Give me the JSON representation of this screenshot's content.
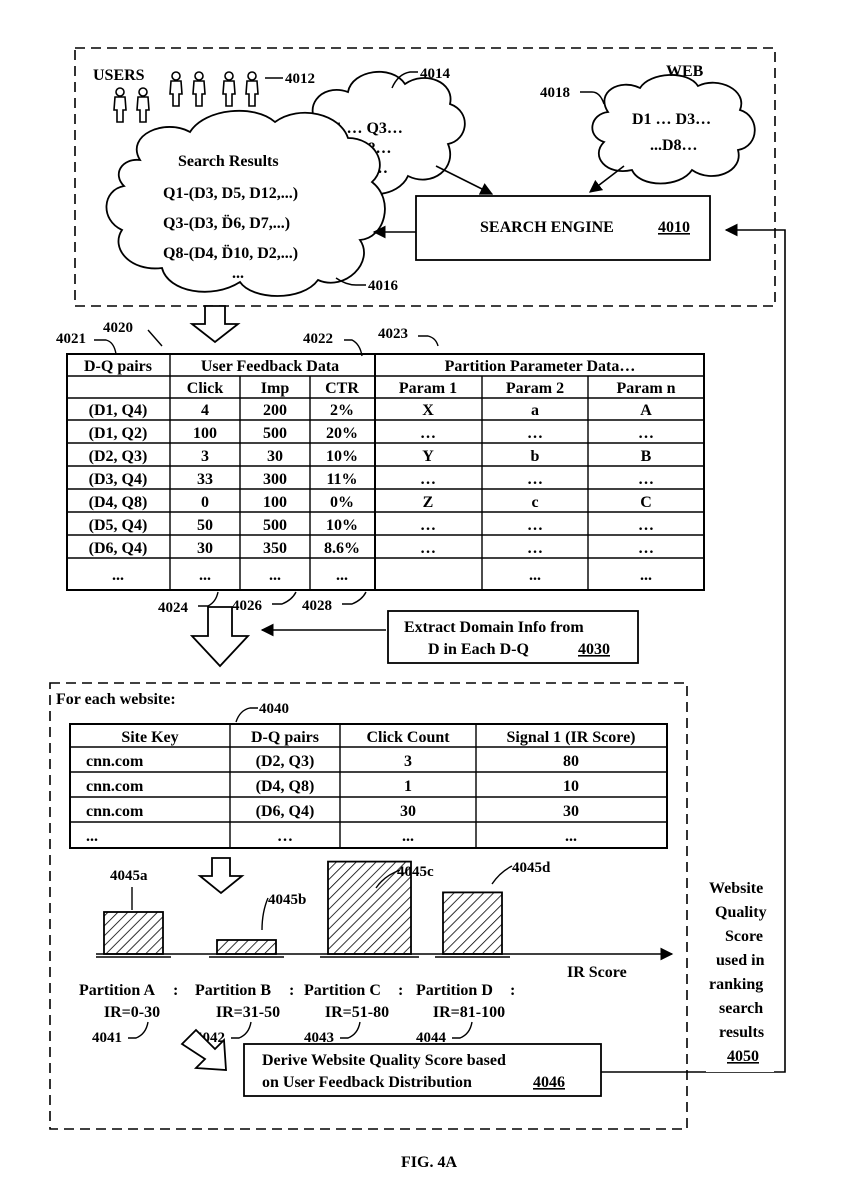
{
  "figure_label": "FIG. 4A",
  "top": {
    "users_label": "USERS",
    "users_ref": "4012",
    "queries_ref": "4014",
    "queries_cloud": [
      "Q1 … Q3…",
      "Q8…",
      "…"
    ],
    "web_label": "WEB",
    "web_ref": "4018",
    "web_cloud": [
      "D1 … D3…",
      "...D8…"
    ],
    "results_cloud": [
      "Search Results",
      "Q1-(D3, D5, D12,...)",
      "Q3-(D3, D̈6, D7,...)",
      "Q8-(D4, D̈10, D2,...)",
      "..."
    ],
    "results_ref": "4016",
    "engine_label": "SEARCH ENGINE",
    "engine_ref": "4010"
  },
  "table1": {
    "refs": {
      "table": "4020",
      "dq": "4021",
      "feedback": "4022",
      "partition": "4023",
      "click": "4024",
      "imp": "4026",
      "ctr": "4028"
    },
    "group_headers": [
      "D-Q pairs",
      "User Feedback Data",
      "Partition Parameter Data…"
    ],
    "sub_headers": [
      "",
      "Click",
      "Imp",
      "CTR",
      "Param 1",
      "Param 2",
      "Param n"
    ],
    "rows": [
      [
        "(D1, Q4)",
        "4",
        "200",
        "2%",
        "X",
        "a",
        "A"
      ],
      [
        "(D1, Q2)",
        "100",
        "500",
        "20%",
        "…",
        "…",
        "…"
      ],
      [
        "(D2, Q3)",
        "3",
        "30",
        "10%",
        "Y",
        "b",
        "B"
      ],
      [
        "(D3, Q4)",
        "33",
        "300",
        "11%",
        "…",
        "…",
        "…"
      ],
      [
        "(D4, Q8)",
        "0",
        "100",
        "0%",
        "Z",
        "c",
        "C"
      ],
      [
        "(D5, Q4)",
        "50",
        "500",
        "10%",
        "…",
        "…",
        "…"
      ],
      [
        "(D6, Q4)",
        "30",
        "350",
        "8.6%",
        "…",
        "…",
        "…"
      ],
      [
        "...",
        "...",
        "...",
        "...",
        "",
        "...",
        "..."
      ]
    ]
  },
  "extract": {
    "lines": [
      "Extract Domain Info from",
      "D in Each D-Q"
    ],
    "ref": "4030"
  },
  "website": {
    "title": "For each website:",
    "table_ref": "4040",
    "headers": [
      "Site Key",
      "D-Q pairs",
      "Click Count",
      "Signal 1 (IR Score)"
    ],
    "rows": [
      [
        "cnn.com",
        "(D2, Q3)",
        "3",
        "80"
      ],
      [
        "cnn.com",
        "(D4, Q8)",
        "1",
        "10"
      ],
      [
        "cnn.com",
        "(D6, Q4)",
        "30",
        "30"
      ],
      [
        "...",
        "…",
        "...",
        "..."
      ]
    ]
  },
  "chart_data": {
    "type": "bar",
    "categories": [
      "Partition A",
      "Partition B",
      "Partition C",
      "Partition D"
    ],
    "ranges": [
      "IR=0-30",
      "IR=31-50",
      "IR=51-80",
      "IR=81-100"
    ],
    "values": [
      3,
      1,
      6.6,
      4.4
    ],
    "bar_refs": [
      "4045a",
      "4045b",
      "4045c",
      "4045d"
    ],
    "partition_refs": [
      "4041",
      "4042",
      "4043",
      "4044"
    ],
    "xlabel": "IR Score"
  },
  "derive": {
    "lines": [
      "Derive Website Quality Score based",
      "on User Feedback Distribution"
    ],
    "ref": "4046"
  },
  "side_note": {
    "lines": [
      "Website",
      "Quality",
      "Score",
      "used in",
      "ranking",
      "search",
      "results"
    ],
    "ref": "4050"
  }
}
